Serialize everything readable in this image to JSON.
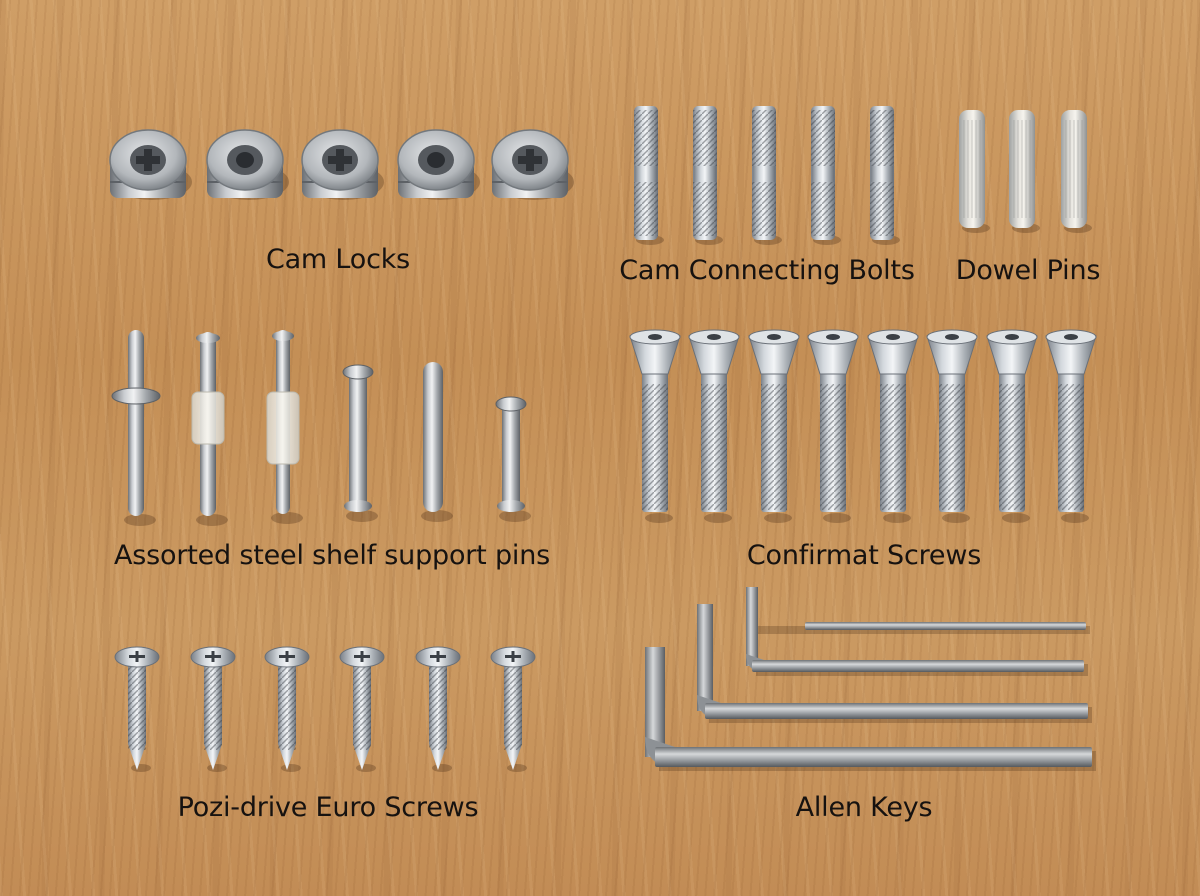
{
  "groups": {
    "cam_locks": {
      "label": "Cam Locks",
      "count": 5
    },
    "cam_bolts": {
      "label": "Cam Connecting Bolts",
      "count": 5
    },
    "dowel_pins": {
      "label": "Dowel Pins",
      "count": 3
    },
    "shelf_pins": {
      "label": "Assorted steel shelf support pins",
      "count": 6
    },
    "confirmat": {
      "label": "Confirmat Screws",
      "count": 8
    },
    "euro_screws": {
      "label": "Pozi-drive Euro Screws",
      "count": 6
    },
    "allen_keys": {
      "label": "Allen Keys",
      "count": 4
    }
  },
  "colors": {
    "wood": "#c8955c",
    "steel": "#b9bcbf",
    "zinc": "#c7ccd0",
    "label": "#161210"
  }
}
